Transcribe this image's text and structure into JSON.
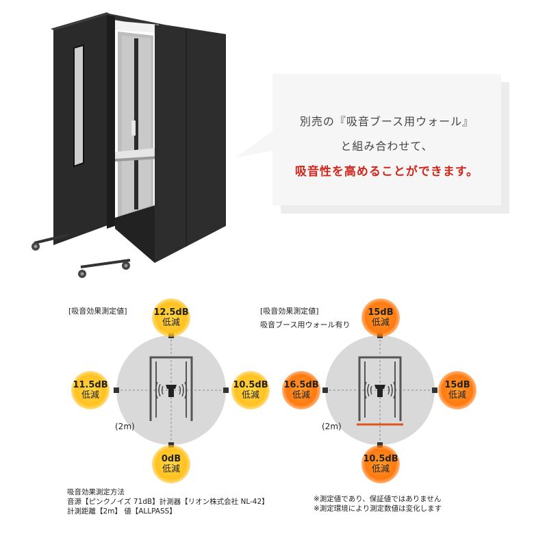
{
  "bubble": {
    "line1": "別売の『吸音ブース用ウォール』",
    "line2": "と組み合わせて、",
    "line3": "吸音性を高めることができます。",
    "highlight_color": "#d1261b"
  },
  "diagram_left": {
    "title": "[吸音効果測定値]",
    "distance_label": "(2m)",
    "top": {
      "value": "12.5dB",
      "unit": "低減"
    },
    "right": {
      "value": "10.5dB",
      "unit": "低減"
    },
    "bottom": {
      "value": "0dB",
      "unit": "低減"
    },
    "left": {
      "value": "11.5dB",
      "unit": "低減"
    },
    "badge_color": "#ffc21f"
  },
  "diagram_right": {
    "title": "[吸音効果測定値]",
    "subtitle": "吸音ブース用ウォール有り",
    "distance_label": "(2m)",
    "top": {
      "value": "15dB",
      "unit": "低減"
    },
    "right": {
      "value": "15dB",
      "unit": "低減"
    },
    "bottom": {
      "value": "10.5dB",
      "unit": "低減"
    },
    "left": {
      "value": "16.5dB",
      "unit": "低減"
    },
    "badge_color": "#ff7a10",
    "wall_color": "#e0531b"
  },
  "method": {
    "line1": "吸音効果測定方法",
    "line2": "音源【ピンクノイズ 71dB】計測器【リオン株式会社 NL-42】",
    "line3": "計測距離【2m】 値【ALLPASS】"
  },
  "notes": {
    "line1": "※測定値であり、保証値ではありません",
    "line2": "※測定環境により測定数値は変化します"
  },
  "icons": [
    "speaker-icon",
    "sound-wave-icon",
    "caster-wheel-icon"
  ]
}
